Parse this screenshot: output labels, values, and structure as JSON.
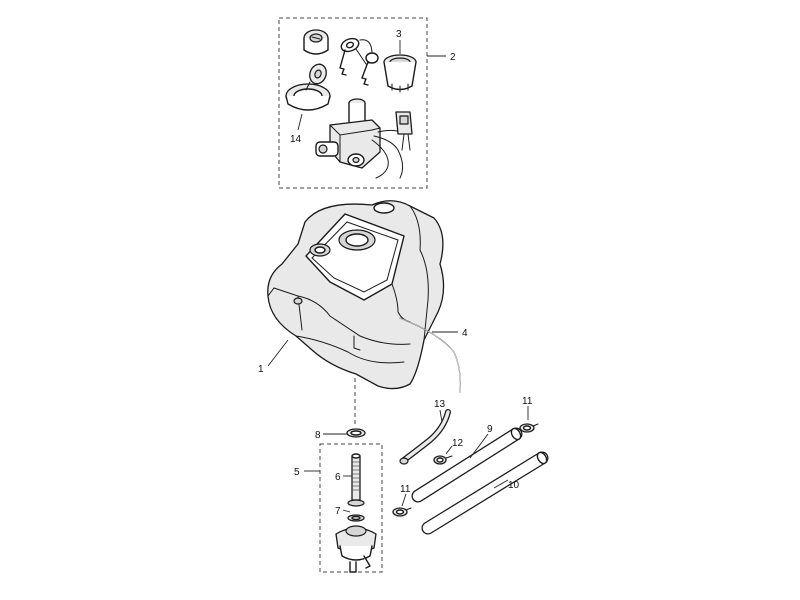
{
  "callouts": {
    "c1": "1",
    "c2": "2",
    "c3": "3",
    "c4": "4",
    "c5": "5",
    "c6": "6",
    "c7": "7",
    "c8": "8",
    "c9": "9",
    "c10": "10",
    "c11a": "11",
    "c11b": "11",
    "c12": "12",
    "c13": "13",
    "c14": "14"
  },
  "colors": {
    "line": "#1a1a1a",
    "part_fill": "#e9e9e9",
    "shade": "#d6d6d6",
    "background": "#ffffff"
  }
}
